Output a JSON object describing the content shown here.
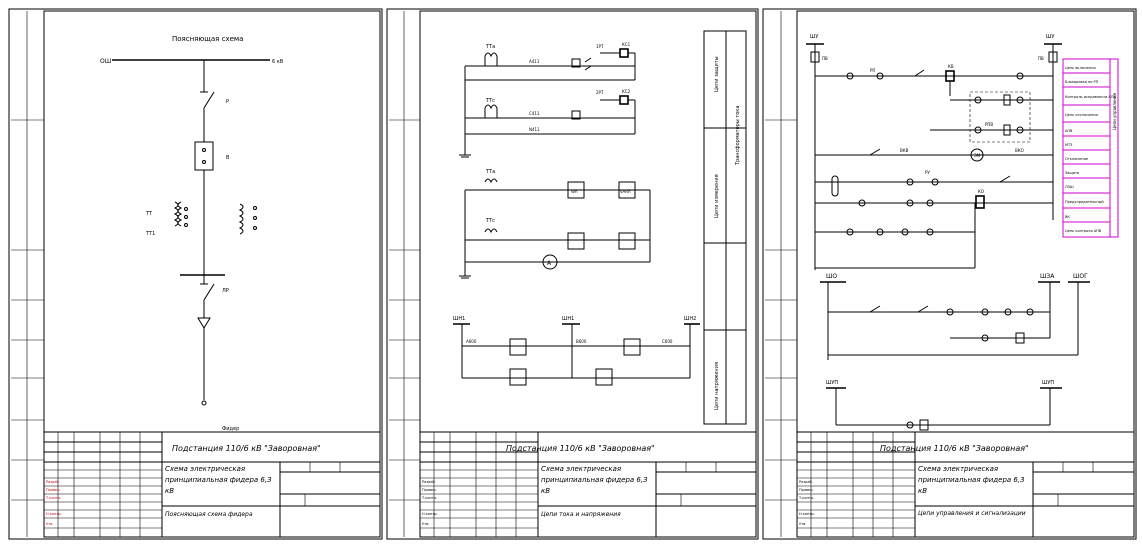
{
  "sheets": [
    {
      "header_note": "Поясняющая схема",
      "labels": {
        "bus": "ОШ",
        "bus_voltage": "6 кВ",
        "disconnector_1": "Р",
        "breaker": "В",
        "ct_1": "ТТ",
        "ct_2": "ТТ1",
        "disconnector_2": "ЛР",
        "feeder": "Фидер"
      },
      "title_block": {
        "project": "Подстанция 110/6 кВ \"Заворовная\"",
        "drawing_title": "Схема электрическая принципиальная фидера 6,3 кВ",
        "sheet_name": "Поясняющая схема фидера",
        "roles": [
          "Разраб.",
          "Провер.",
          "Т.контр.",
          "Н.контр.",
          "Утв."
        ]
      }
    },
    {
      "labels": {
        "ct_a1": "ТТа",
        "ct_c1": "ТТс",
        "ct_a2": "ТТа",
        "ct_c2": "ТТс",
        "wire_a": "А411",
        "wire_c": "С411",
        "wire_n": "N411",
        "relay_1a": "1РТ",
        "relay_1b": "2РТ",
        "relay_2a": "КС1",
        "relay_2b": "КС2",
        "ammeter": "A",
        "bus_1": "ШН1",
        "bus_2": "ШН1",
        "bus_3": "ШН2",
        "wire_v1": "А600",
        "wire_v2": "В600",
        "wire_v3": "С600",
        "meter_wh": "Wh",
        "meter_varh": "VARh",
        "meter_a": "A"
      },
      "side_labels": [
        "Цепи защиты",
        "Цепи измерения",
        "Цепи напряжения",
        "Трансформаторы тока"
      ],
      "title_block": {
        "project": "Подстанция 110/6 кВ \"Заворовная\"",
        "drawing_title": "Схема электрическая принципиальная фидера 6,3 кВ",
        "sheet_name": "Цепи тока и напряжения",
        "roles": [
          "Разраб.",
          "Провер.",
          "Т.контр.",
          "Н.контр.",
          "Утв."
        ]
      }
    },
    {
      "labels": {
        "bus_l": "ШУ",
        "bus_r": "ШУ",
        "fu_l": "ПВ",
        "fu_r": "ПВ",
        "shd": "ШО",
        "shsa": "ШЗА",
        "shg": "ШОГ",
        "shu_l": "ШУП",
        "shu_r": "ШУП",
        "kv": "КВ",
        "rp": "РП",
        "rpv": "РПВ",
        "ru": "РУ",
        "bkv": "ВКВ",
        "bko": "ВКО",
        "ko": "КО",
        "em": "ЭМ"
      },
      "legend": [
        "Цепь включения",
        "Блокировка по РП",
        "Контроль исправности АПВ",
        "Цепь отключения",
        "АПВ",
        "МТЗ",
        "Отключение",
        "Защита",
        "ЛЗШ",
        "Предупредительный",
        "ВК",
        "Цепь контроля АПВ"
      ],
      "legend_header": "Цепи управления",
      "title_block": {
        "project": "Подстанция 110/6 кВ \"Заворовная\"",
        "drawing_title": "Схема электрическая принципиальная фидера 6,3 кВ",
        "sheet_name": "Цепи управления и сигнализации",
        "roles": [
          "Разраб.",
          "Провер.",
          "Т.контр.",
          "Н.контр.",
          "Утв."
        ]
      }
    }
  ],
  "colors": {
    "line": "#000000",
    "stamp_text": "#c00000",
    "legend_border": "#d000d0",
    "background": "#ffffff"
  }
}
